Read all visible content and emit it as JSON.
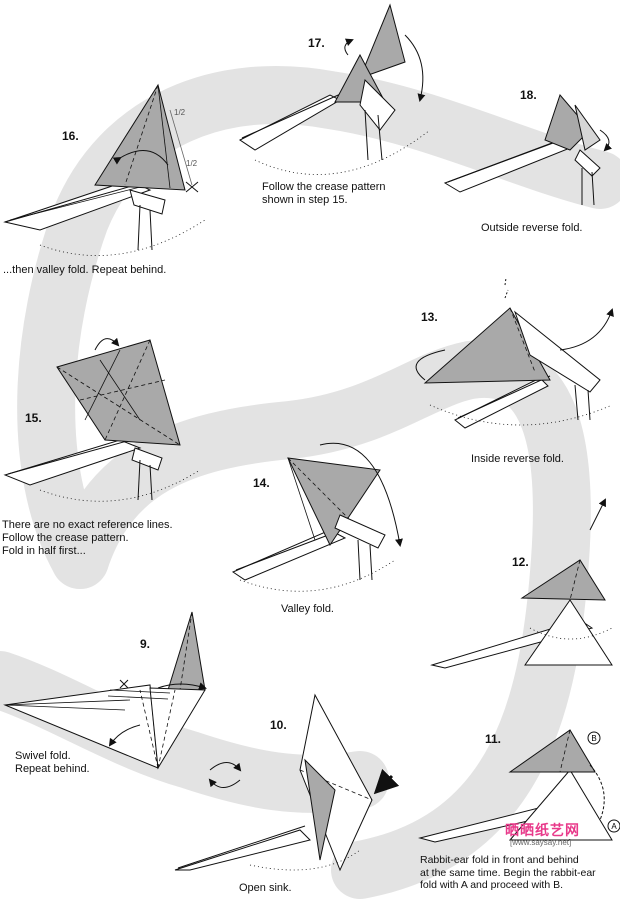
{
  "steps": {
    "s16": {
      "number": "16.",
      "caption": "...then valley fold. Repeat behind.",
      "marks": [
        "1/2",
        "1/2"
      ]
    },
    "s17": {
      "number": "17.",
      "caption": "Follow the crease pattern\nshown in step 15."
    },
    "s18": {
      "number": "18.",
      "caption": "Outside reverse fold."
    },
    "s15": {
      "number": "15.",
      "caption": "There are no exact reference lines.\nFollow the crease pattern.\nFold in half first..."
    },
    "s13": {
      "number": "13.",
      "caption": "Inside reverse fold."
    },
    "s14": {
      "number": "14.",
      "caption": "Valley fold."
    },
    "s12": {
      "number": "12."
    },
    "s9": {
      "number": "9.",
      "caption": "Swivel fold.\nRepeat behind."
    },
    "s10": {
      "number": "10.",
      "caption": "Open sink."
    },
    "s11": {
      "number": "11.",
      "caption": "Rabbit-ear fold in front and behind\nat the same time. Begin the rabbit-ear\nfold with A and proceed with B.",
      "labels": [
        "B",
        "A"
      ]
    }
  },
  "watermark": {
    "text": "晒晒纸艺网",
    "url": "[www.saysay.net]"
  },
  "colors": {
    "band": "#e3e3e3",
    "paper_gray": "#a9a9a9",
    "paper_light": "#d6d6d6",
    "watermark": "#e8398a"
  }
}
